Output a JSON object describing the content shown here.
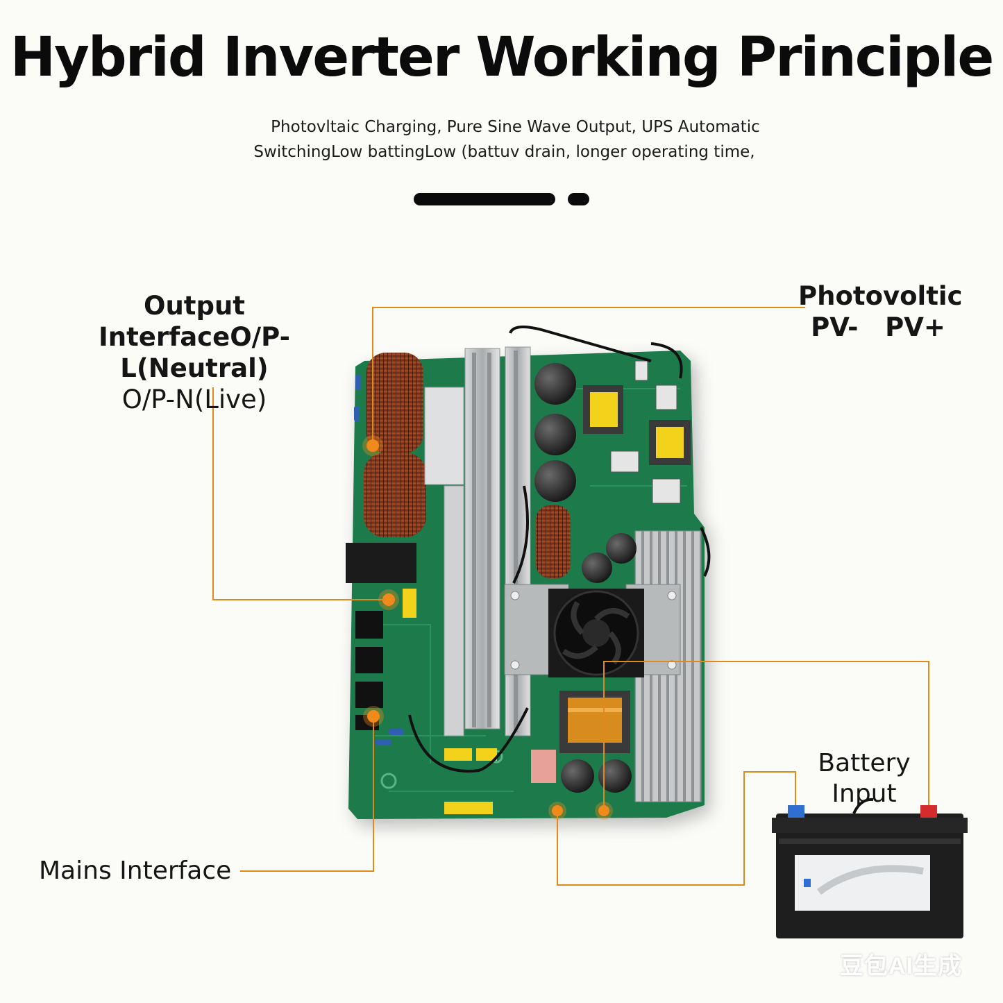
{
  "header": {
    "title": "Hybrid Inverter Working Principle",
    "subtitle_line1": "Photovltaic Charging,  Pure Sine Wave Output, UPS Automatic",
    "subtitle_line2": "SwitchingLow battingLow (battuv drain,  longer operating time,"
  },
  "callouts": {
    "output": {
      "line1": "Output",
      "line2": "InterfaceO/P-L(Neutral)",
      "line3": "O/P-N(Live)"
    },
    "pv": {
      "line1": "Photovoltic",
      "line2": "PV-   PV+"
    },
    "mains": {
      "label": "Mains Interface"
    },
    "battery": {
      "line1": "Battery",
      "line2": "Input"
    }
  },
  "watermark": "豆包AI生成",
  "colors": {
    "leader_line": "#e08a1c",
    "marker": "#f08a1a",
    "pcb": "#1f7a4c",
    "heatsink": "#b9bcbd",
    "coil": "#8a3b1e",
    "battery_body": "#1e1e1e",
    "terminal_positive": "#d42c2c",
    "terminal_negative": "#2f6fd2"
  },
  "icons": {
    "board": "inverter-circuit-board-illustration",
    "fan": "cooling-fan-icon",
    "battery": "car-battery-icon"
  }
}
